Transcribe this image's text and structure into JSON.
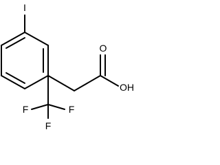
{
  "molecule": {
    "atoms": {
      "iodine": "I",
      "carbonyl_oxygen": "O",
      "hydroxyl": "OH",
      "fluorine_top": "F",
      "fluorine_left": "F",
      "fluorine_right": "F"
    }
  }
}
